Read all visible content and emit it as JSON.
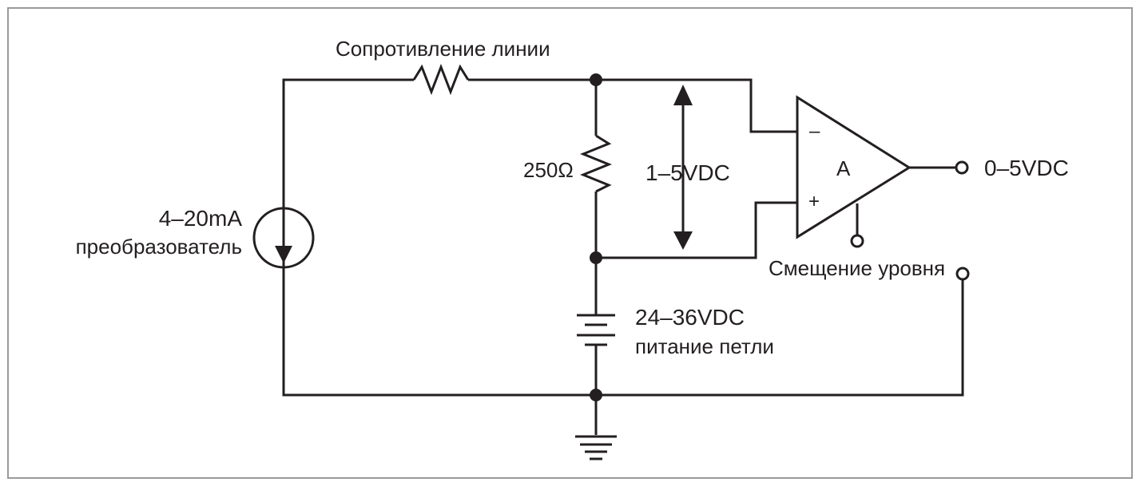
{
  "diagram": {
    "title": "",
    "labels": {
      "line_resistance": "Сопротивление линии",
      "resistor": "250Ω",
      "voltage_span": "1–5VDC",
      "opamp": "A",
      "minus": "–",
      "plus": "+",
      "output": "0–5VDC",
      "level_shift": "Смещение уровня",
      "supply_voltage": "24–36VDC",
      "supply_name": "питание петли",
      "transmitter_range": "4–20mA",
      "transmitter_name": "преобразователь"
    },
    "colors": {
      "wire": "#231f20",
      "frame": "#9a9a9a",
      "background": "#ffffff"
    }
  }
}
